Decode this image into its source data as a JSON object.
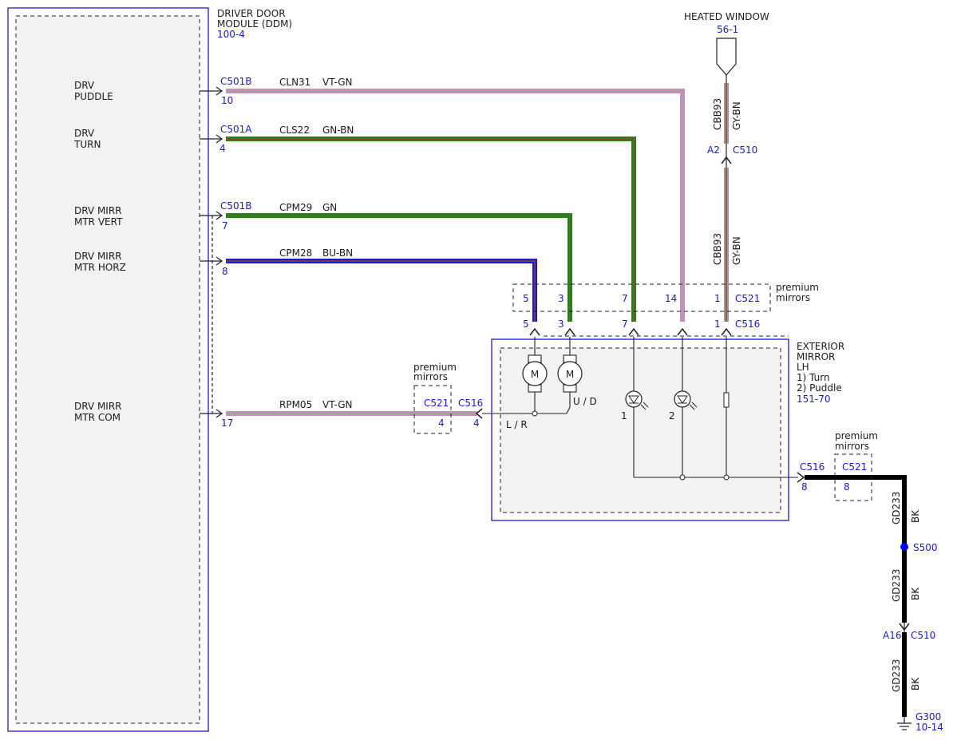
{
  "colors": {
    "blue": "#1a1acc",
    "ink": "#1a1a1a",
    "box_fill": "#f2f2f2",
    "vt": "#cc88cc",
    "gn": "#2e7d1e",
    "bu": "#1a1acc",
    "gy": "#999999",
    "bn": "#8b4a2b",
    "bk": "#000000",
    "s500": "#0000ee"
  },
  "ddm": {
    "title_1": "DRIVER DOOR",
    "title_2": "MODULE (DDM)",
    "ref": "100-4"
  },
  "heated": {
    "title": "HEATED WINDOW",
    "ref": "56-1",
    "circuit": "CBB93",
    "color": "GY-BN",
    "pin": "A2",
    "conn": "C510"
  },
  "sig": {
    "puddle": {
      "l1": "DRV",
      "l2": "PUDDLE",
      "conn": "C501B",
      "pin": "10",
      "circuit": "CLN31",
      "color": "VT-GN"
    },
    "turn": {
      "l1": "DRV",
      "l2": "TURN",
      "conn": "C501A",
      "pin": "4",
      "circuit": "CLS22",
      "color": "GN-BN"
    },
    "vert": {
      "l1": "DRV MIRR",
      "l2": "MTR VERT",
      "conn": "C501B",
      "pin": "7",
      "circuit": "CPM29",
      "color": "GN"
    },
    "horz": {
      "l1": "DRV MIRR",
      "l2": "MTR HORZ",
      "pin": "8",
      "circuit": "CPM28",
      "color": "BU-BN"
    },
    "com": {
      "l1": "DRV MIRR",
      "l2": "MTR COM",
      "pin": "17",
      "circuit": "RPM05",
      "color": "VT-GN"
    }
  },
  "prem": {
    "l1": "premium",
    "l2": "mirrors"
  },
  "c521": "C521",
  "c516": "C516",
  "pins": [
    "5",
    "3",
    "7",
    "14",
    "1"
  ],
  "com_pin": "4",
  "mirror": {
    "l1": "EXTERIOR",
    "l2": "MIRROR",
    "l3": "LH",
    "l4": "1) Turn",
    "l5": "2) Puddle",
    "ref": "151-70",
    "motor": "M",
    "lr": "L / R",
    "ud": "U / D",
    "lamp1": "1",
    "lamp2": "2"
  },
  "ground": {
    "pin": "8",
    "circuit": "GD233",
    "color": "BK",
    "splice": "S500",
    "a16": "A16",
    "c510": "C510",
    "g300": "G300",
    "g_ref": "10-14"
  }
}
